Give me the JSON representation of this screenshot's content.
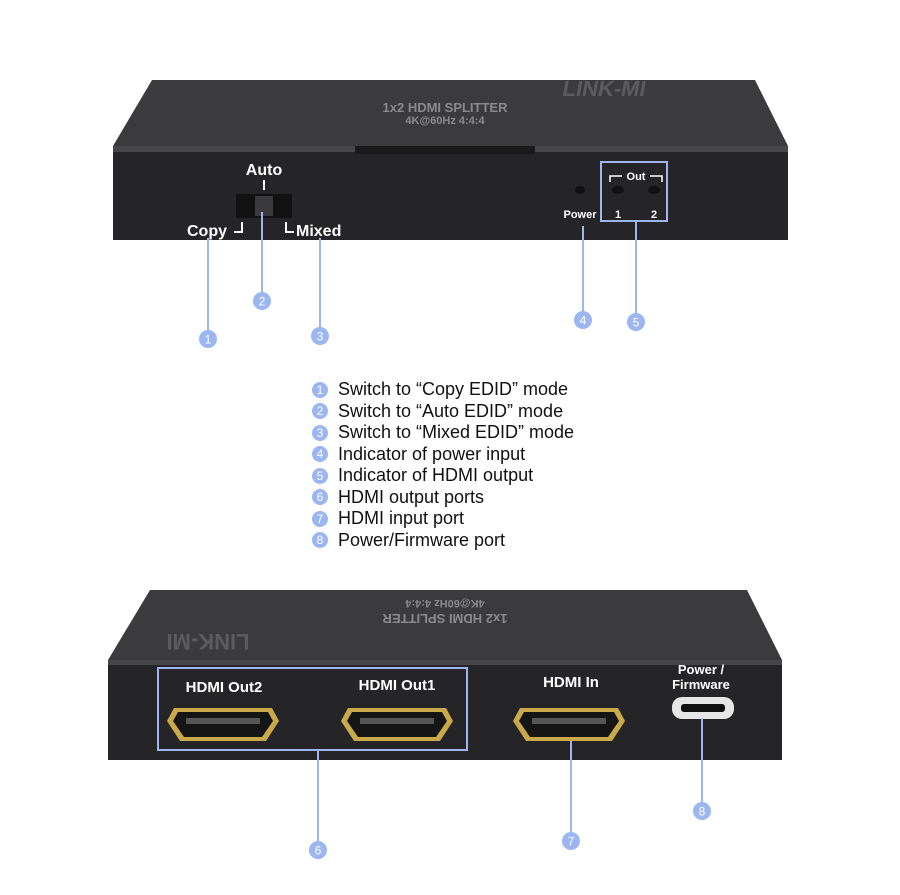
{
  "front": {
    "brand": "LINK-MI",
    "model": "1x2 HDMI SPLITTER",
    "spec": "4K@60Hz 4:4:4",
    "switch_labels": {
      "auto": "Auto",
      "copy": "Copy",
      "mixed": "Mixed"
    },
    "power_label": "Power",
    "out_label": "Out",
    "out_1": "1",
    "out_2": "2"
  },
  "rear": {
    "brand": "LINK-MI",
    "model": "1x2 HDMI SPLITTER",
    "spec": "4K@60Hz 4:4:4",
    "out2_label": "HDMI Out2",
    "out1_label": "HDMI Out1",
    "in_label": "HDMI In",
    "power_line1": "Power /",
    "power_line2": "Firmware"
  },
  "badges": [
    "1",
    "2",
    "3",
    "4",
    "5",
    "6",
    "7",
    "8"
  ],
  "legend": [
    {
      "num": "1",
      "text": "Switch to “Copy EDID” mode"
    },
    {
      "num": "2",
      "text": "Switch to “Auto EDID” mode"
    },
    {
      "num": "3",
      "text": "Switch to “Mixed EDID” mode"
    },
    {
      "num": "4",
      "text": "Indicator of power input"
    },
    {
      "num": "5",
      "text": "Indicator of HDMI output"
    },
    {
      "num": "6",
      "text": "HDMI output ports"
    },
    {
      "num": "7",
      "text": "HDMI input port"
    },
    {
      "num": "8",
      "text": "Power/Firmware port"
    }
  ],
  "colors": {
    "callout": "#9bb6f0",
    "device": "#2b2b2d",
    "device_top": "#3a3a3c",
    "gold": "#c9a94a"
  }
}
